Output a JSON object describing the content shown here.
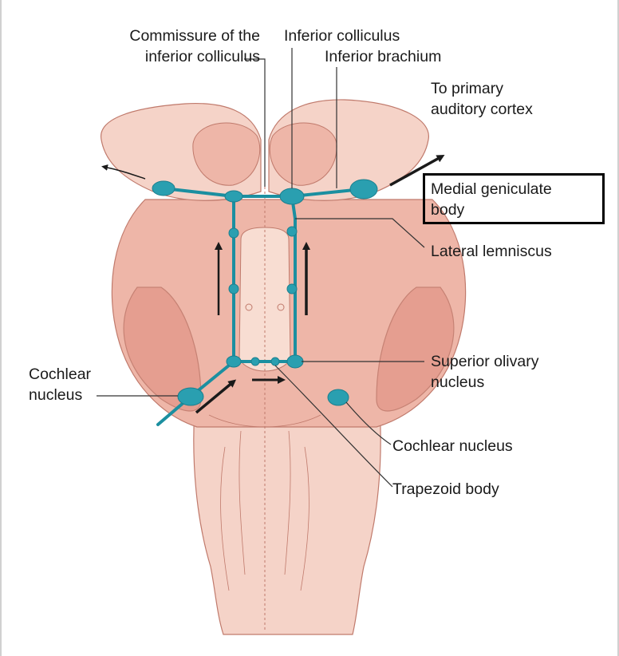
{
  "labels": {
    "commissure": [
      "Commissure of the",
      "inferior colliculus"
    ],
    "inferior_colliculus": "Inferior colliculus",
    "inferior_brachium": "Inferior brachium",
    "to_cortex": [
      "To primary",
      "auditory cortex"
    ],
    "medial_geniculate": [
      "Medial geniculate",
      "body"
    ],
    "lateral_lemniscus": "Lateral lemniscus",
    "superior_olivary": [
      "Superior olivary",
      "nucleus"
    ],
    "cochlear_left": [
      "Cochlear",
      "nucleus"
    ],
    "cochlear_right": "Cochlear nucleus",
    "trapezoid": "Trapezoid body"
  },
  "colors": {
    "tissue_light": "#f5d3c8",
    "tissue_mid": "#eeb6a8",
    "tissue_dark": "#e49a8c",
    "tissue_line": "#c07a6c",
    "pathway": "#1b8fa0",
    "node": "#2a9fb0",
    "arrow": "#1a1a1a",
    "leader": "#333333"
  }
}
